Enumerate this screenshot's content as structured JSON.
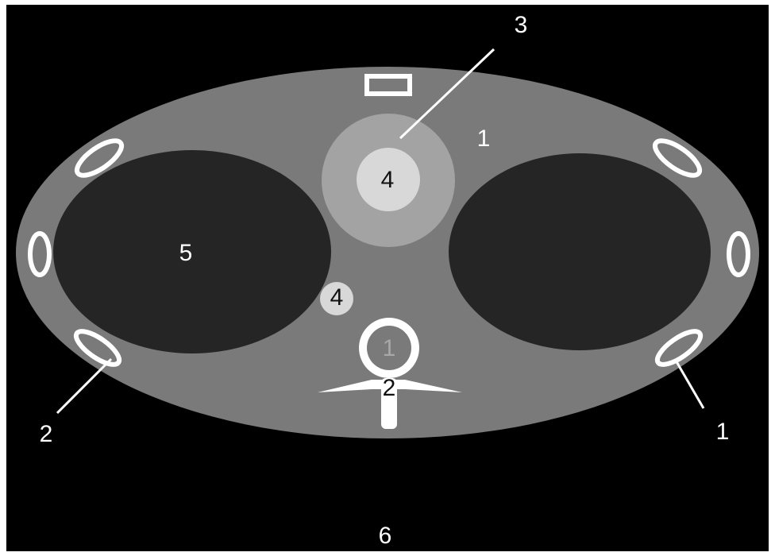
{
  "colors": {
    "frame": "#ffffff",
    "background": "#000000",
    "body_tissue": "#7a7a7a",
    "lung": "#252525",
    "heart_outer": "#a3a3a3",
    "heart_inner": "#d8d8d8",
    "vessel": "#d8d8d8",
    "bone": "#ffffff",
    "spine_center": "#7a7a7a",
    "label_white": "#ffffff",
    "label_dark": "#111111",
    "spine_label": "#a8a8a8",
    "pointer_line": "#ffffff"
  },
  "labels": {
    "heart_pointer": "3",
    "tissue": "1",
    "heart_inner": "4",
    "lung_left": "5",
    "vessel": "4",
    "spine_canal": "1",
    "vertebra": "2",
    "rib_left_pointer": "2",
    "rib_right_pointer": "1",
    "background": "6"
  }
}
